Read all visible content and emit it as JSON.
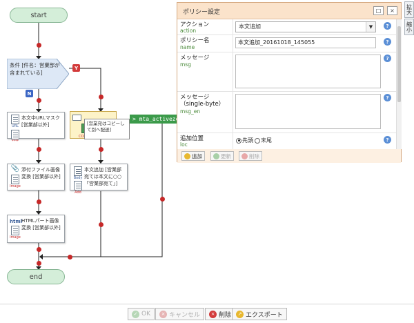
{
  "flow": {
    "start_label": "start",
    "end_label": "end",
    "condition_text": "条件 [件名：営業部が含まれている]",
    "yes_tag": "Y",
    "no_tag": "N",
    "nodes": [
      {
        "text": "本文中URLマスク [営業部以外]",
        "icon_label": "URL",
        "icon_sub": "****"
      },
      {
        "text": "添付ファイル画像変換 [営業部以外]",
        "icon_label": "Image"
      },
      {
        "text": "HTMLパート画像変換 [営業部以外]",
        "icon_label": "html",
        "icon_sub": "Image"
      },
      {
        "text": "本文追加 [営業部宛ては本文に○○「営業部宛て」]",
        "icon_label": "Body",
        "icon_sub": "Add"
      }
    ],
    "selected_node_icon_label": "COPY",
    "popup_text": "[営業宛はコピーして別へ配送]",
    "zone_label": "> mta_activezone"
  },
  "side_tabs": [
    "拡大",
    "縮小"
  ],
  "dialog": {
    "title": "ポリシー設定",
    "maximize_icon": "□",
    "close_icon": "×",
    "rows": {
      "action": {
        "label": "アクション",
        "sub": "action",
        "value": "本文追加"
      },
      "name": {
        "label": "ポリシー名",
        "sub": "name",
        "value": "本文追加_20161018_145055"
      },
      "msg": {
        "label": "メッセージ",
        "sub": "msg",
        "value": ""
      },
      "msg_en": {
        "label": "メッセージ（single-byte）",
        "sub": "msg_en",
        "value": ""
      },
      "loc": {
        "label": "追加位置",
        "sub": "loc",
        "opt1": "先頭",
        "opt2": "末尾",
        "selected": "先頭"
      }
    },
    "help": "?",
    "buttons": {
      "add": "追加",
      "update": "更新",
      "delete": "削除"
    }
  },
  "bottombar": {
    "ok": "OK",
    "cancel": "キャンセル",
    "delete": "削除",
    "export": "エクスポート"
  },
  "colors": {
    "accent_red": "#c62828",
    "start_green": "#d4eed9",
    "condition_blue": "#dde8f6",
    "zone_green": "#3b9a4a",
    "dialog_bg": "#fdf0e2"
  }
}
